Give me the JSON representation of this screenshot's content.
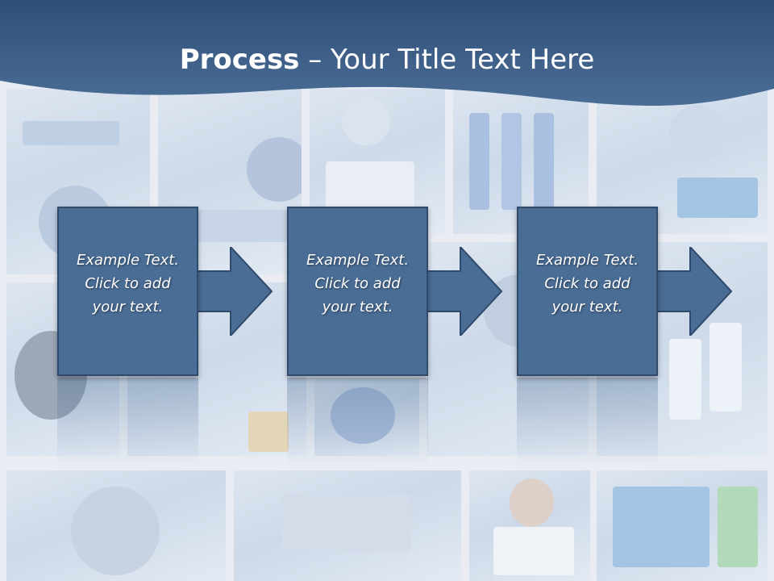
{
  "title": {
    "bold": "Process",
    "rest": " – Your Title Text Here"
  },
  "steps": [
    {
      "line1": "Example Text.",
      "line2": "Click  to add",
      "line3": "your text."
    },
    {
      "line1": "Example Text.",
      "line2": "Click  to add",
      "line3": "your text."
    },
    {
      "line1": "Example Text.",
      "line2": "Click  to add",
      "line3": "your text."
    }
  ],
  "colors": {
    "header": "#3b5d85",
    "box": "#4a6d95",
    "box_border": "#2f4a6b"
  },
  "background": "laboratory photo collage (microscopes, test tubes, scientists)"
}
